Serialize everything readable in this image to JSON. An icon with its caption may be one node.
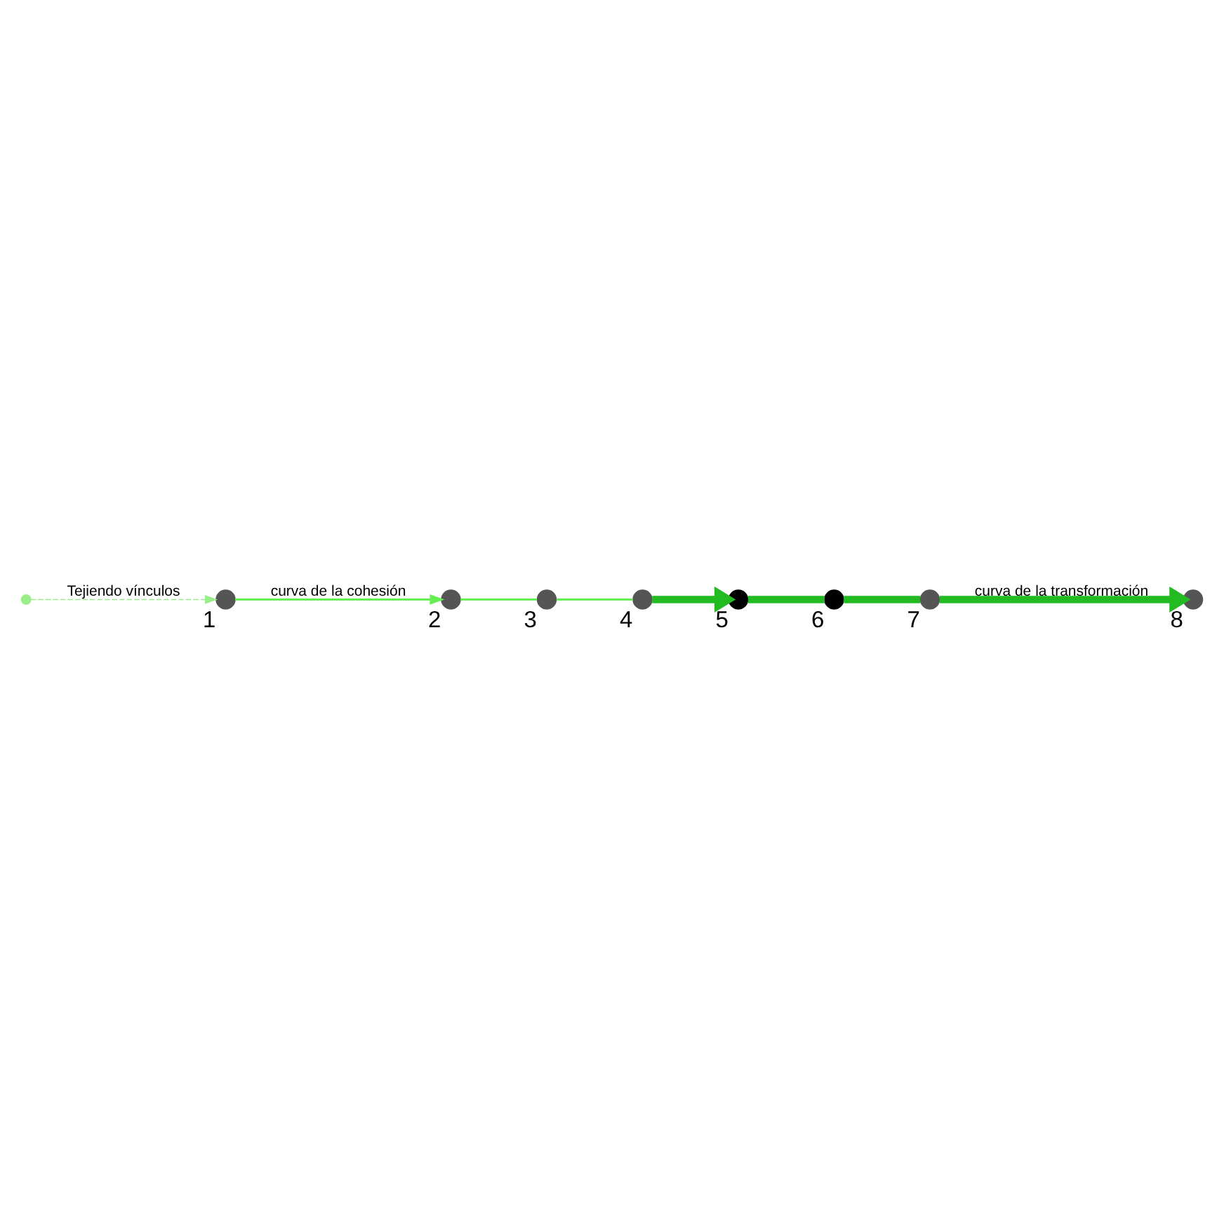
{
  "diagram": {
    "nodes": [
      {
        "text": [],
        "shape": "circle",
        "beside": [
          "1"
        ]
      },
      {
        "text": [],
        "shape": "circle",
        "beside": [
          "2"
        ]
      },
      {
        "text": [],
        "shape": "circle",
        "beside": [
          "3"
        ]
      },
      {
        "text": [],
        "shape": "circle",
        "beside": [
          "4"
        ]
      },
      {
        "text": [],
        "shape": "circle",
        "beside": [
          "5"
        ]
      },
      {
        "text": [],
        "shape": "circle",
        "beside": [
          "6"
        ]
      },
      {
        "text": [],
        "shape": "circle",
        "beside": [
          "7"
        ]
      },
      {
        "text": [],
        "shape": "circle",
        "beside": [
          "8"
        ]
      },
      {
        "text": [],
        "shape": "circle"
      }
    ],
    "edges": [
      {
        "from": 0,
        "to": 1,
        "arrow": "to",
        "label": "curva de la cohesión",
        "color": "#66ee55"
      },
      {
        "from": 1,
        "to": 2,
        "arrow": "none",
        "color": "#66ee55"
      },
      {
        "from": 2,
        "to": 3,
        "arrow": "none",
        "color": "#66ee55"
      },
      {
        "from": 3,
        "to": 4,
        "arrow": "to",
        "style": "thick"
      },
      {
        "from": 4,
        "to": 5,
        "arrow": "none",
        "style": "thick"
      },
      {
        "from": 5,
        "to": 6,
        "arrow": "none",
        "style": "thick"
      },
      {
        "from": 6,
        "to": 7,
        "arrow": "to",
        "label": "curva de la transformación",
        "style": "thick"
      },
      {
        "from": 8,
        "to": 0,
        "arrow": "to",
        "label": "Tejiendo vínculos",
        "style": "dashed",
        "color": "#99ee88"
      }
    ]
  }
}
